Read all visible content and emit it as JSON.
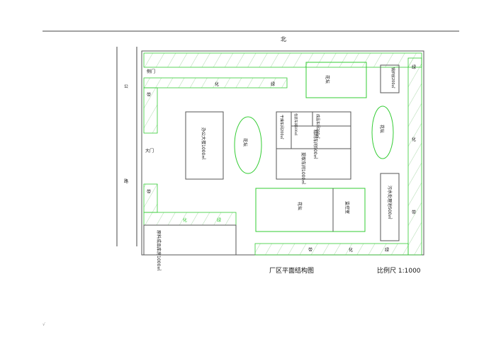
{
  "north": "北",
  "road": [
    "公",
    "路"
  ],
  "gate": "大门",
  "side_gate": "侧门",
  "green_belt": [
    "绿",
    "化",
    "带"
  ],
  "office": "办公大楼1000㎡",
  "flower_bed": "花坛",
  "boiler": "锅炉房200㎡",
  "drying": "干燥车间200㎡",
  "packing": "包装车间100㎡",
  "finished": "成品车间200㎡",
  "refining": "精制车间500㎡",
  "extraction": "提取车间1000㎡",
  "sewage": "污水处理池500㎡",
  "monitor": "监控室",
  "warehouse": "原料成品库房1000㎡",
  "caption": "厂区平面结构图",
  "scale": "比例尺 1:1000",
  "corner_mark": "√",
  "colors": {
    "green": "#33cc33",
    "line": "#555555"
  }
}
